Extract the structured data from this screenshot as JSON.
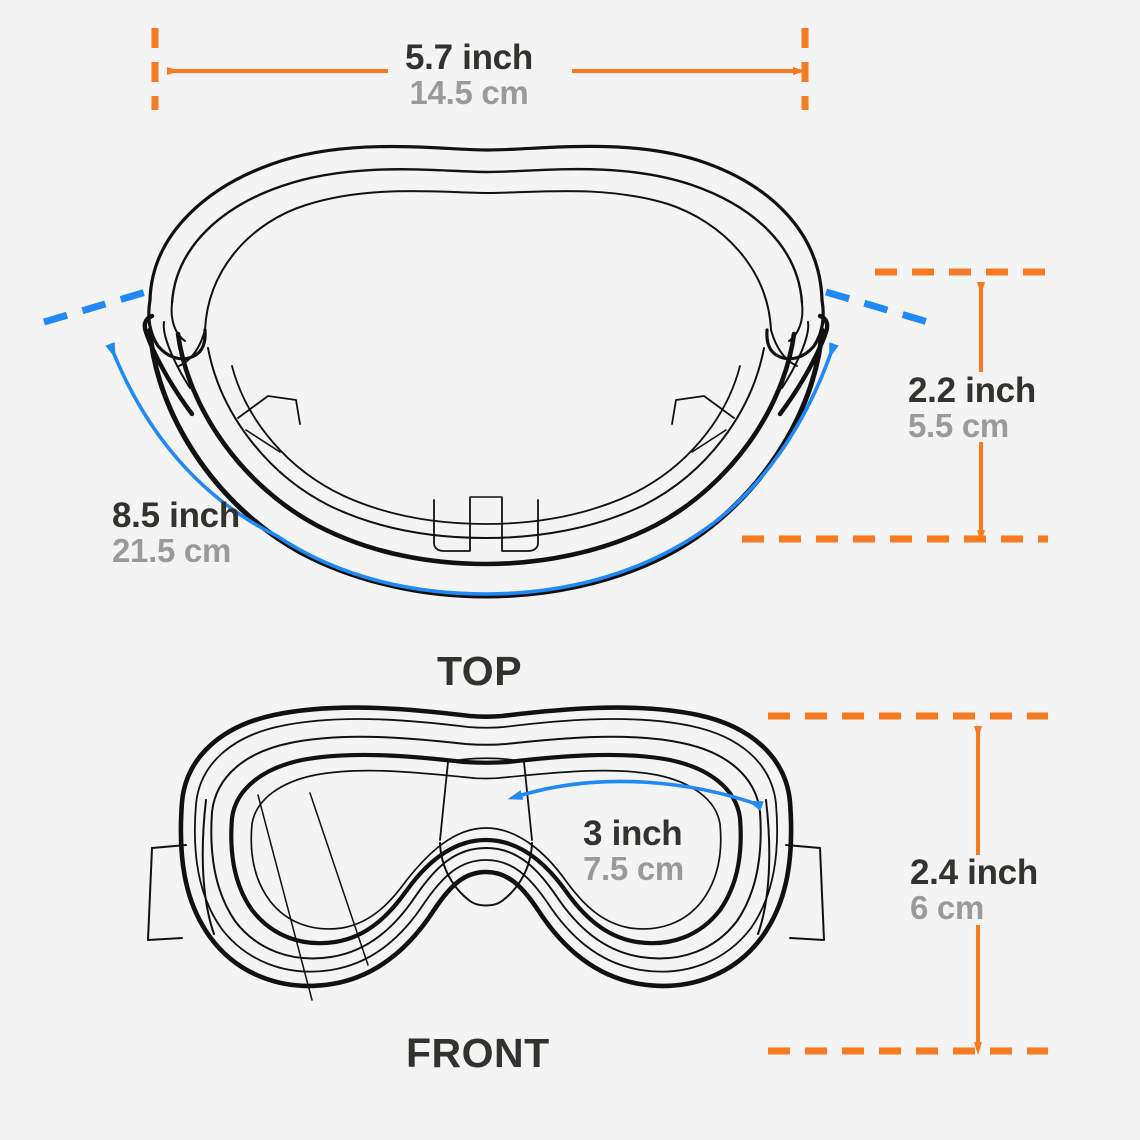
{
  "colors": {
    "background": "#f4f4f4",
    "orange": "#f57a20",
    "blue": "#2089f5",
    "ink": "#111111",
    "text_primary": "#32322f",
    "text_secondary": "#9a9a9a"
  },
  "product": "goggles",
  "views": {
    "top": {
      "label": "TOP"
    },
    "front": {
      "label": "FRONT"
    }
  },
  "dimensions": {
    "width": {
      "name": "overall width",
      "imperial": "5.7 inch",
      "metric": "14.5 cm",
      "view": "top",
      "orientation": "horizontal",
      "color": "#f57a20"
    },
    "depth": {
      "name": "depth",
      "imperial": "2.2 inch",
      "metric": "5.5 cm",
      "view": "top",
      "orientation": "vertical",
      "color": "#f57a20"
    },
    "circumference": {
      "name": "inner curve length",
      "imperial": "8.5 inch",
      "metric": "21.5 cm",
      "view": "top",
      "orientation": "arc",
      "color": "#2089f5"
    },
    "bridge": {
      "name": "lens width",
      "imperial": "3 inch",
      "metric": "7.5 cm",
      "view": "front",
      "orientation": "arc",
      "color": "#2089f5"
    },
    "height": {
      "name": "overall height",
      "imperial": "2.4 inch",
      "metric": "6 cm",
      "view": "front",
      "orientation": "vertical",
      "color": "#f57a20"
    }
  }
}
